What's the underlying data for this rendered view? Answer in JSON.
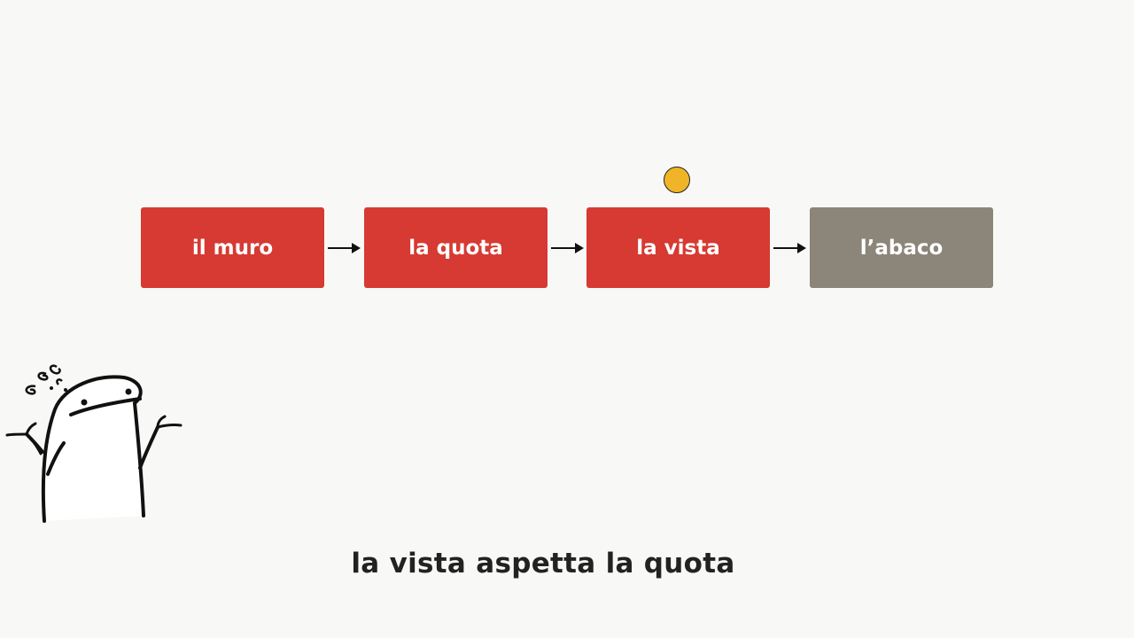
{
  "diagram": {
    "nodes": [
      {
        "id": "n1",
        "label": "il muro",
        "state": "active"
      },
      {
        "id": "n2",
        "label": "la quota",
        "state": "active"
      },
      {
        "id": "n3",
        "label": "la vista",
        "state": "active"
      },
      {
        "id": "n4",
        "label": "l’abaco",
        "state": "inactive"
      }
    ],
    "edges": [
      {
        "from": "n1",
        "to": "n2"
      },
      {
        "from": "n2",
        "to": "n3"
      },
      {
        "from": "n3",
        "to": "n4"
      }
    ],
    "token_on": "n3"
  },
  "colors": {
    "active": "#d63a32",
    "inactive": "#8b857a",
    "token": "#f0b428",
    "background": "#f8f9f6"
  },
  "caption": "la vista aspetta la quota",
  "icons": {
    "character": "confused-shrug-character-icon"
  }
}
